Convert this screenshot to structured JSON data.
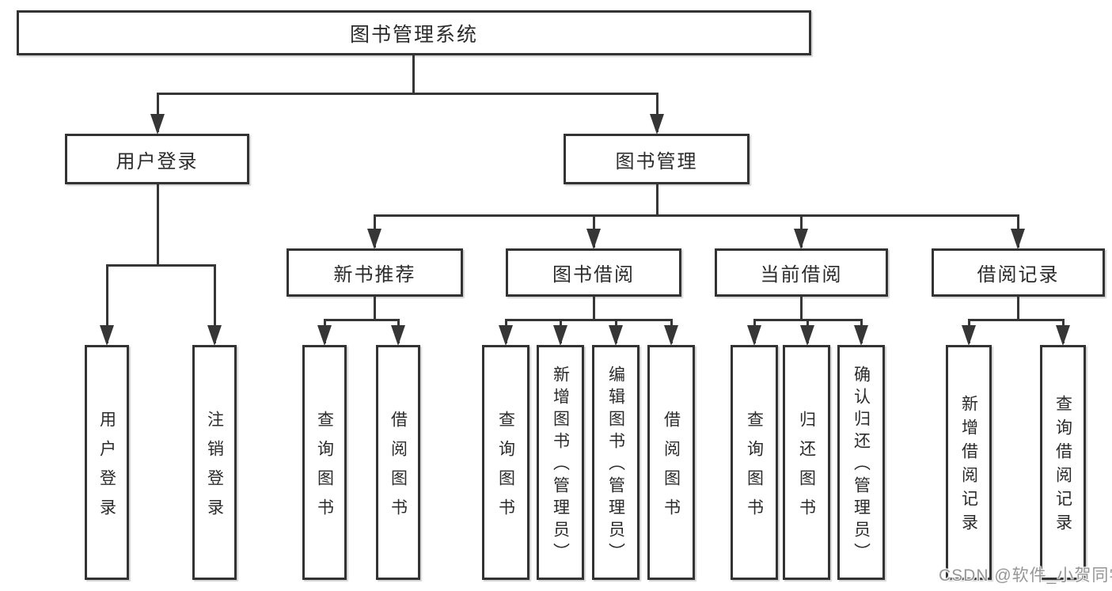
{
  "colors": {
    "line": "#363636",
    "box_border": "#333333",
    "text": "#2b2b2b",
    "background": "#ffffff",
    "watermark_text_color": "#969696"
  },
  "watermark": {
    "text": "CSDN @软件_小贺同学"
  },
  "tree": {
    "root": {
      "label": "图书管理系统",
      "children": [
        {
          "label": "用户登录",
          "children": [
            {
              "label": "用户登录"
            },
            {
              "label": "注销登录"
            }
          ]
        },
        {
          "label": "图书管理",
          "children": [
            {
              "label": "新书推荐",
              "children": [
                {
                  "label": "查询图书"
                },
                {
                  "label": "借阅图书"
                }
              ]
            },
            {
              "label": "图书借阅",
              "children": [
                {
                  "label": "查询图书"
                },
                {
                  "label": "新增图书（管理员）"
                },
                {
                  "label": "编辑图书（管理员）"
                },
                {
                  "label": "借阅图书"
                }
              ]
            },
            {
              "label": "当前借阅",
              "children": [
                {
                  "label": "查询图书"
                },
                {
                  "label": "归还图书"
                },
                {
                  "label": "确认归还（管理员）"
                }
              ]
            },
            {
              "label": "借阅记录",
              "children": [
                {
                  "label": "新增借阅记录"
                },
                {
                  "label": "查询借阅记录"
                }
              ]
            }
          ]
        }
      ]
    }
  }
}
